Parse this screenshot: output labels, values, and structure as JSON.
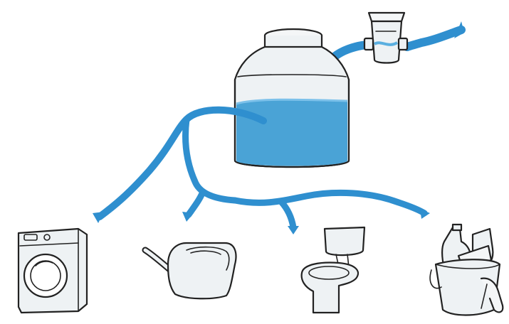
{
  "diagram": {
    "description_type": "rainwater-harvesting-illustration",
    "colors": {
      "water": "#2f8fcf",
      "water_light": "#5aafe0",
      "tank_water": "#4aa3d6",
      "appliance_fill": "#eef2f4",
      "outline": "#222222"
    },
    "nodes": [
      {
        "id": "filter",
        "icon": "rain-filter-icon"
      },
      {
        "id": "tank",
        "icon": "water-tank-icon"
      },
      {
        "id": "washing-machine",
        "icon": "washing-machine-icon"
      },
      {
        "id": "watering-can",
        "icon": "watering-can-icon"
      },
      {
        "id": "toilet",
        "icon": "toilet-icon"
      },
      {
        "id": "cleaning",
        "icon": "cleaning-bucket-icon"
      }
    ]
  }
}
